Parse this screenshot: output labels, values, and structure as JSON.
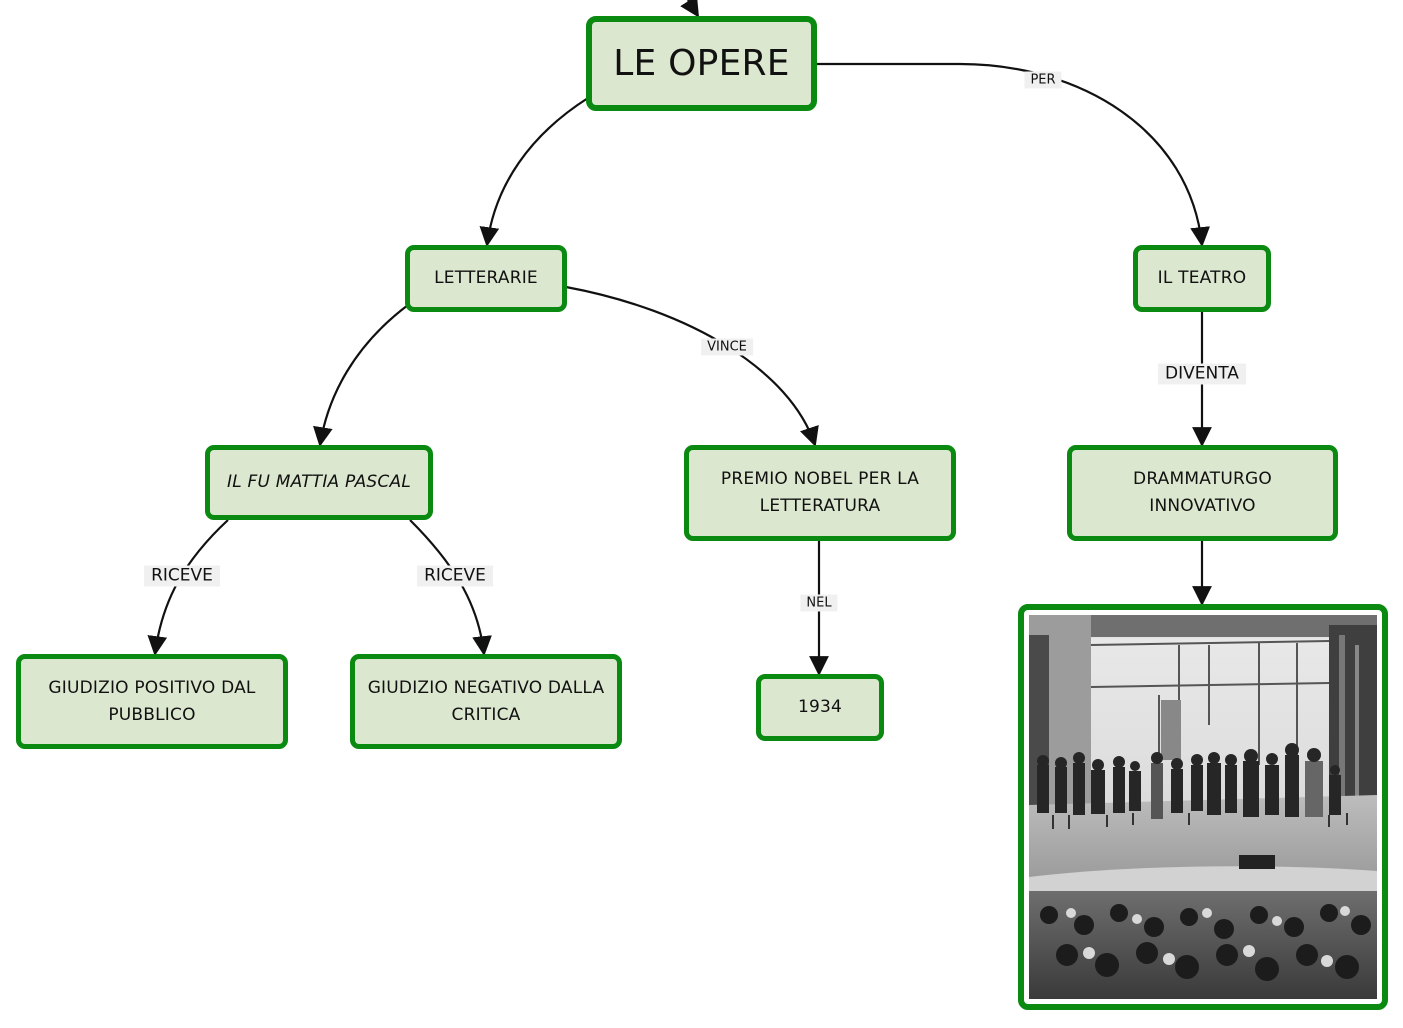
{
  "nodes": {
    "root": "LE OPERE",
    "letterarie": "LETTERARIE",
    "teatro": "IL TEATRO",
    "mattia": "IL FU MATTIA PASCAL",
    "nobel": "PREMIO NOBEL PER LA LETTERATURA",
    "drammaturgo": "DRAMMATURGO INNOVATIVO",
    "positivo": "GIUDIZIO POSITIVO DAL PUBBLICO",
    "negativo": "GIUDIZIO NEGATIVO DALLA CRITICA",
    "anno": "1934"
  },
  "links": {
    "per": "PER",
    "vince": "VINCE",
    "diventa": "DIVENTA",
    "riceve_left": "RICEVE",
    "riceve_right": "RICEVE",
    "nel": "NEL"
  },
  "photo": {
    "subject": "theater-stage-photo"
  },
  "colors": {
    "node_fill": "#dce7cf",
    "node_border": "#0b8a12",
    "connector": "#111111",
    "label_bg": "#f0f0f0"
  }
}
